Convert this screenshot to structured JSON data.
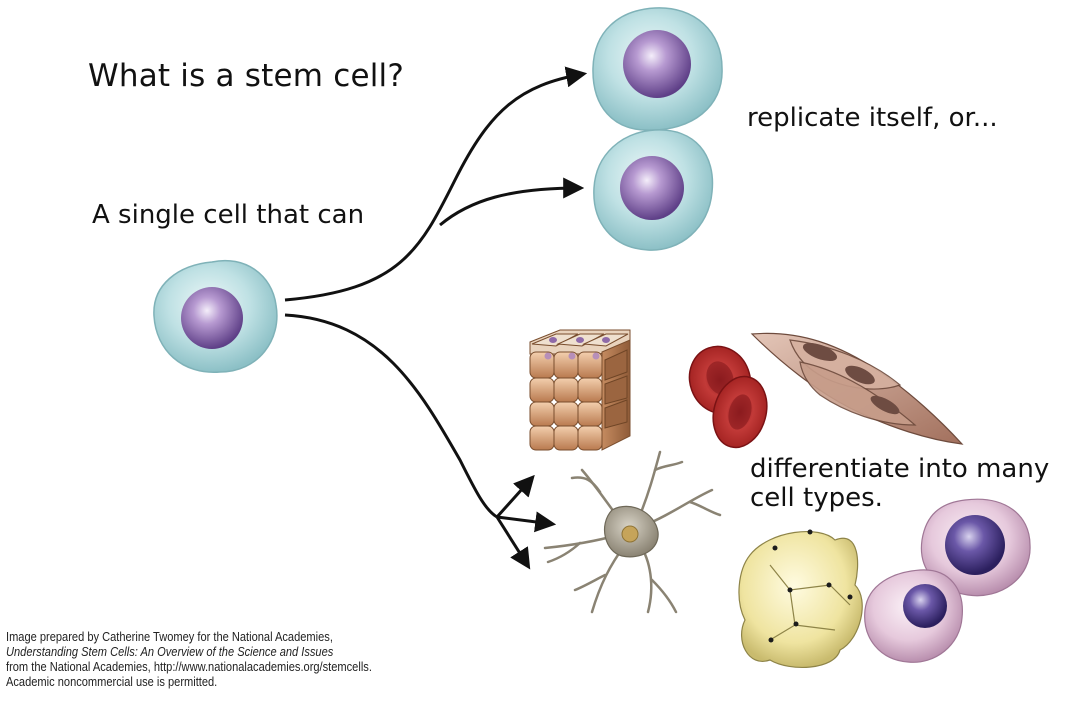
{
  "text": {
    "title": "What is a stem cell?",
    "subtitle": "A single cell that can",
    "replicate": "replicate itself, or...",
    "differentiate_line1": "differentiate into many",
    "differentiate_line2": "cell types."
  },
  "credit": {
    "line1": "Image prepared by Catherine Twomey for the National Academies,",
    "line2": "Understanding Stem Cells: An Overview of the Science and Issues",
    "line3": "from the National Academies, http://www.nationalacademies.org/stemcells.",
    "line4": "Academic noncommercial use is permitted."
  },
  "colors": {
    "stem_cytoplasm": "#b7dde0",
    "nucleus": "#8e6fb0",
    "arrow": "#111111",
    "blood_cell": "#b8282a",
    "muscle_cell": "#c49a86",
    "epithelial": "#d9a07a",
    "fat_cell": "#efe7a6",
    "neuron": "#a8a294",
    "immune_cytoplasm": "#e3c4da"
  }
}
